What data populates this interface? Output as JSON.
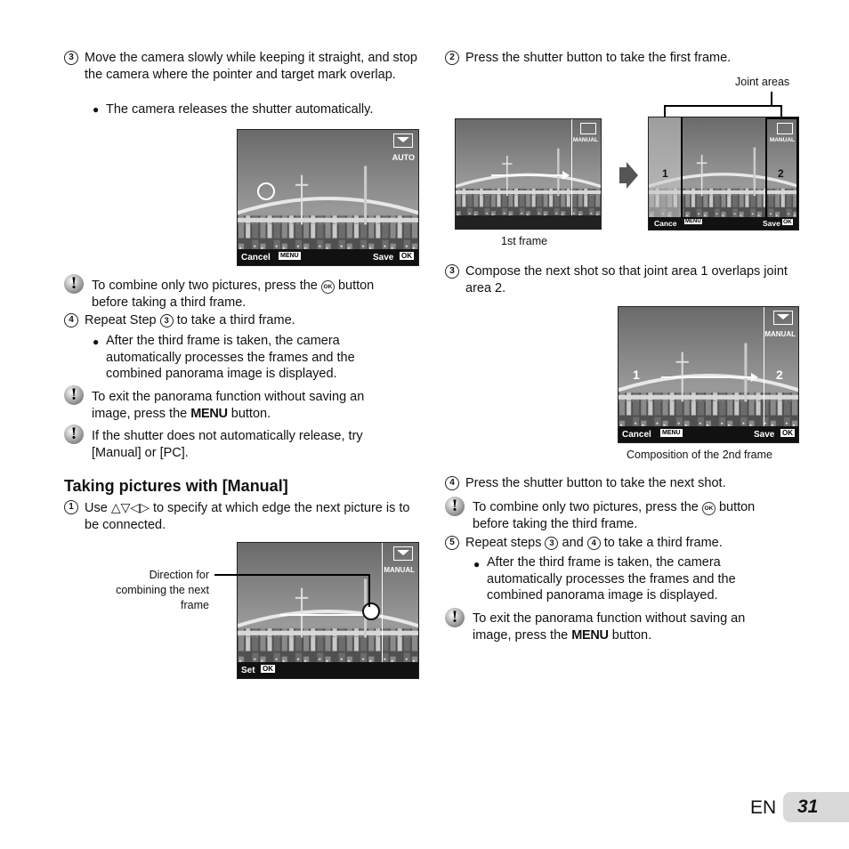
{
  "left": {
    "step3": {
      "num": "3",
      "text": "Move the camera slowly while keeping it straight, and stop the camera where the pointer and target mark overlap.",
      "bullet": "The camera releases the shutter automatically."
    },
    "screen1": {
      "mode": "AUTO",
      "cancel": "Cancel",
      "menu": "MENU",
      "save": "Save",
      "ok": "OK"
    },
    "note1_a": "To combine only two pictures, press the",
    "note1_b": "button before taking a third frame.",
    "step4": {
      "num": "4",
      "text_a": "Repeat Step",
      "ref": "3",
      "text_b": "to take a third frame."
    },
    "step4_bullet": "After the third frame is taken, the camera automatically processes the frames and the combined panorama image is displayed.",
    "note2_a": "To exit the panorama function without saving an image, press the",
    "note2_menu": "MENU",
    "note2_b": "button.",
    "note3": "If the shutter does not automatically release, try [Manual] or [PC].",
    "heading": "Taking pictures with [Manual]",
    "m_step1": {
      "num": "1",
      "text_a": "Use",
      "arrows": "△▽◁▷",
      "text_b": "to specify at which edge the next picture is to be connected."
    },
    "screen2": {
      "mode": "MANUAL",
      "set": "Set",
      "ok": "OK",
      "callout": "Direction for combining the next frame"
    }
  },
  "right": {
    "step2": {
      "num": "2",
      "text": "Press the shutter button to take the first frame."
    },
    "joint_label": "Joint areas",
    "screen3": {
      "mode": "MANUAL",
      "caption": "1st frame"
    },
    "screen4": {
      "mode": "MANUAL",
      "label1": "1",
      "label2": "2",
      "cancel": "Cance",
      "menu": "MENU",
      "save": "Save",
      "ok": "OK"
    },
    "step3": {
      "num": "3",
      "text": "Compose the next shot so that joint area 1 overlaps joint area 2."
    },
    "screen5": {
      "mode": "MANUAL",
      "label1": "1",
      "label2": "2",
      "cancel": "Cancel",
      "menu": "MENU",
      "save": "Save",
      "ok": "OK",
      "caption": "Composition of the 2nd frame"
    },
    "step4": {
      "num": "4",
      "text": "Press the shutter button to take the next shot."
    },
    "note1_a": "To combine only two pictures, press the",
    "note1_b": "button before taking the third frame.",
    "step5": {
      "num": "5",
      "text_a": "Repeat steps",
      "ref1": "3",
      "and": "and",
      "ref2": "4",
      "text_b": "to take a third frame."
    },
    "step5_bullet": "After the third frame is taken, the camera automatically processes the frames and the combined panorama image is displayed.",
    "note2_a": "To exit the panorama function without saving an image, press the",
    "note2_menu": "MENU",
    "note2_b": "button."
  },
  "footer": {
    "lang": "EN",
    "page": "31"
  },
  "icons": {
    "ok_button": "OK",
    "warning": "!"
  }
}
